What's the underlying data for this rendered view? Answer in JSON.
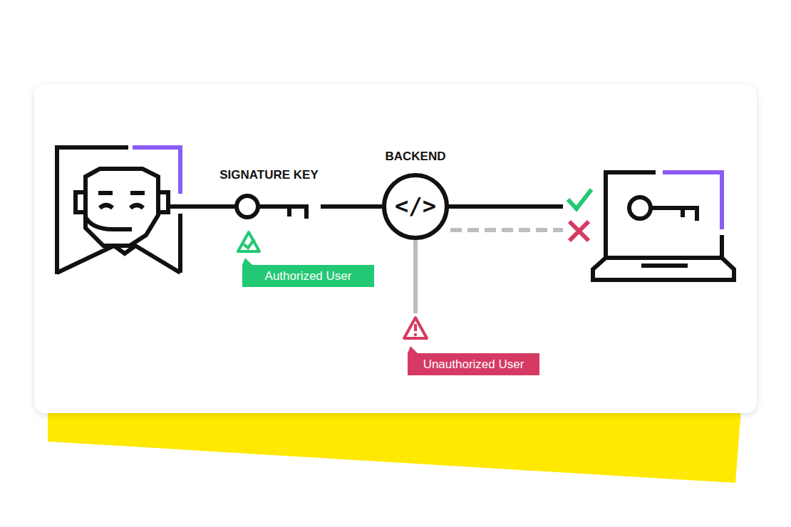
{
  "diagram": {
    "nodes": [
      {
        "text": [
          "SIGNATURE KEY"
        ]
      },
      {
        "text": [
          "Authorized User"
        ]
      },
      {
        "text": [
          "BACKEND",
          "</>"
        ]
      },
      {
        "text": [
          "Unauthorized User"
        ]
      }
    ],
    "edges": [
      {
        "from": 0,
        "to": 2,
        "arrow": "none"
      },
      {
        "from": 2,
        "to": 3,
        "arrow": "none"
      }
    ]
  }
}
